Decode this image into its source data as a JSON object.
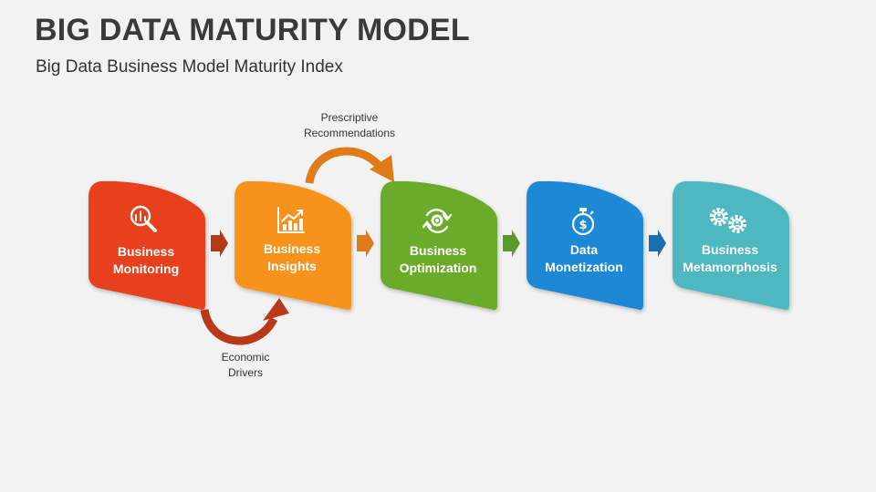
{
  "header": {
    "title": "BIG DATA MATURITY MODEL",
    "subtitle": "Big Data Business Model Maturity Index"
  },
  "stages": [
    {
      "line1": "Business",
      "line2": "Monitoring",
      "color": "#e8401c",
      "icon": "magnifier-chart-icon"
    },
    {
      "line1": "Business",
      "line2": "Insights",
      "color": "#f7931e",
      "icon": "growth-chart-icon"
    },
    {
      "line1": "Business",
      "line2": "Optimization",
      "color": "#6aab2c",
      "icon": "cycle-gear-icon"
    },
    {
      "line1": "Data",
      "line2": "Monetization",
      "color": "#1e88d6",
      "icon": "stopwatch-dollar-icon"
    },
    {
      "line1": "Business",
      "line2": "Metamorphosis",
      "color": "#4db8bf",
      "icon": "people-gears-icon"
    }
  ],
  "callouts": {
    "top": {
      "line1": "Prescriptive",
      "line2": "Recommendations",
      "color": "#e07b1a"
    },
    "bottom": {
      "line1": "Economic",
      "line2": "Drivers",
      "color": "#b8381a"
    }
  },
  "connector_colors": [
    "#b23a19",
    "#e07b1a",
    "#5a9a26",
    "#1a6fb0"
  ]
}
